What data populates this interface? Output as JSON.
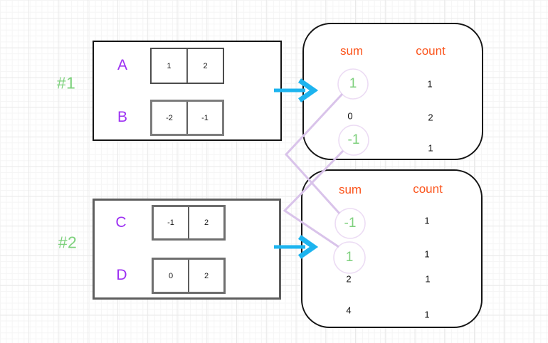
{
  "colors": {
    "group_label_green": "#7dd17c",
    "array_label_purple": "#9c2ff2",
    "header_orange": "#fb541c",
    "highlight_green": "#7ed07d",
    "connector_lavender": "#d9c3ea",
    "arrow_cyan": "#1db4ef"
  },
  "group1": {
    "label": "#1",
    "arrays": [
      {
        "name": "A",
        "cells": [
          "1",
          "2"
        ]
      },
      {
        "name": "B",
        "cells": [
          "-2",
          "-1"
        ]
      }
    ],
    "table": {
      "headers": {
        "sum": "sum",
        "count": "count"
      },
      "rows": [
        {
          "sum": "1",
          "count": "1",
          "highlighted": true
        },
        {
          "sum": "0",
          "count": "2",
          "highlighted": false
        },
        {
          "sum": "-1",
          "count": "1",
          "highlighted": true
        }
      ]
    }
  },
  "group2": {
    "label": "#2",
    "arrays": [
      {
        "name": "C",
        "cells": [
          "-1",
          "2"
        ]
      },
      {
        "name": "D",
        "cells": [
          "0",
          "2"
        ]
      }
    ],
    "table": {
      "headers": {
        "sum": "sum",
        "count": "count"
      },
      "rows": [
        {
          "sum": "-1",
          "count": "1",
          "highlighted": true
        },
        {
          "sum": "1",
          "count": "1",
          "highlighted": true
        },
        {
          "sum": "2",
          "count": "1",
          "highlighted": false
        },
        {
          "sum": "4",
          "count": "1",
          "highlighted": false
        }
      ]
    }
  }
}
